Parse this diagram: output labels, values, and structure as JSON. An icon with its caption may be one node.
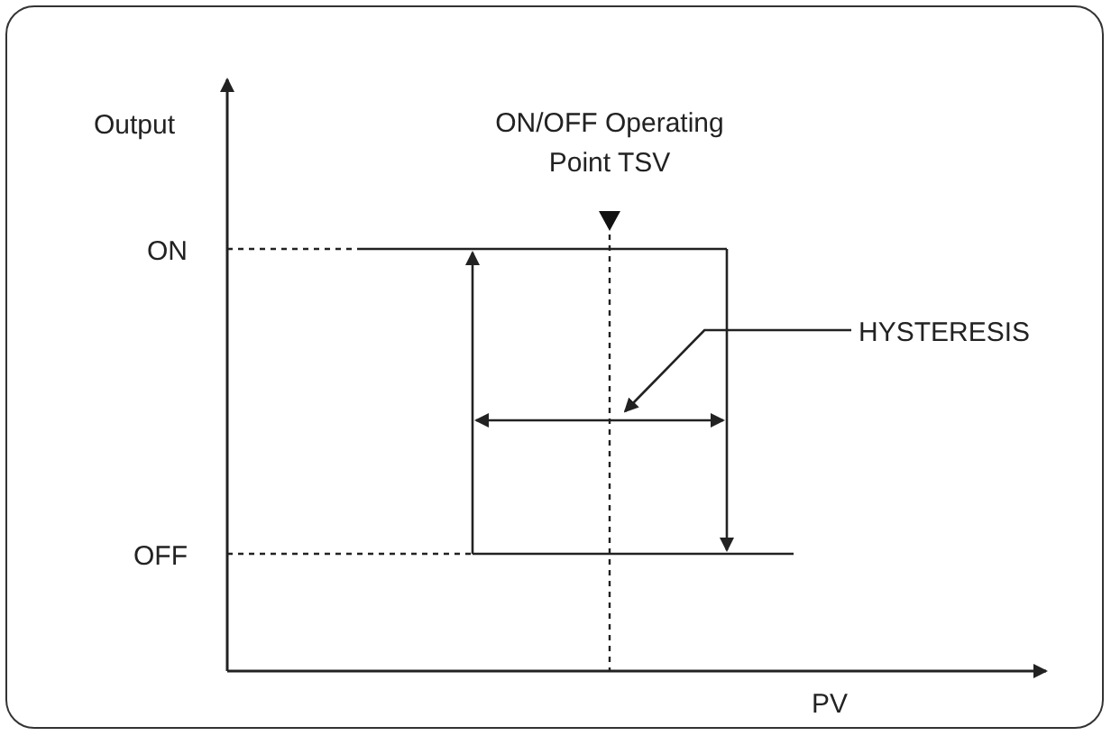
{
  "diagram": {
    "nodes": [
      {
        "text": [
          "HYSTERESIS"
        ]
      },
      {
        "text": [],
        "shape": "arrow"
      }
    ],
    "edges": [
      {
        "from": 0,
        "to": 1,
        "arrow": "to"
      }
    ],
    "labels": [
      "Output",
      "ON/OFF Operating Point TSV",
      "ON",
      "OFF",
      "PV"
    ]
  }
}
